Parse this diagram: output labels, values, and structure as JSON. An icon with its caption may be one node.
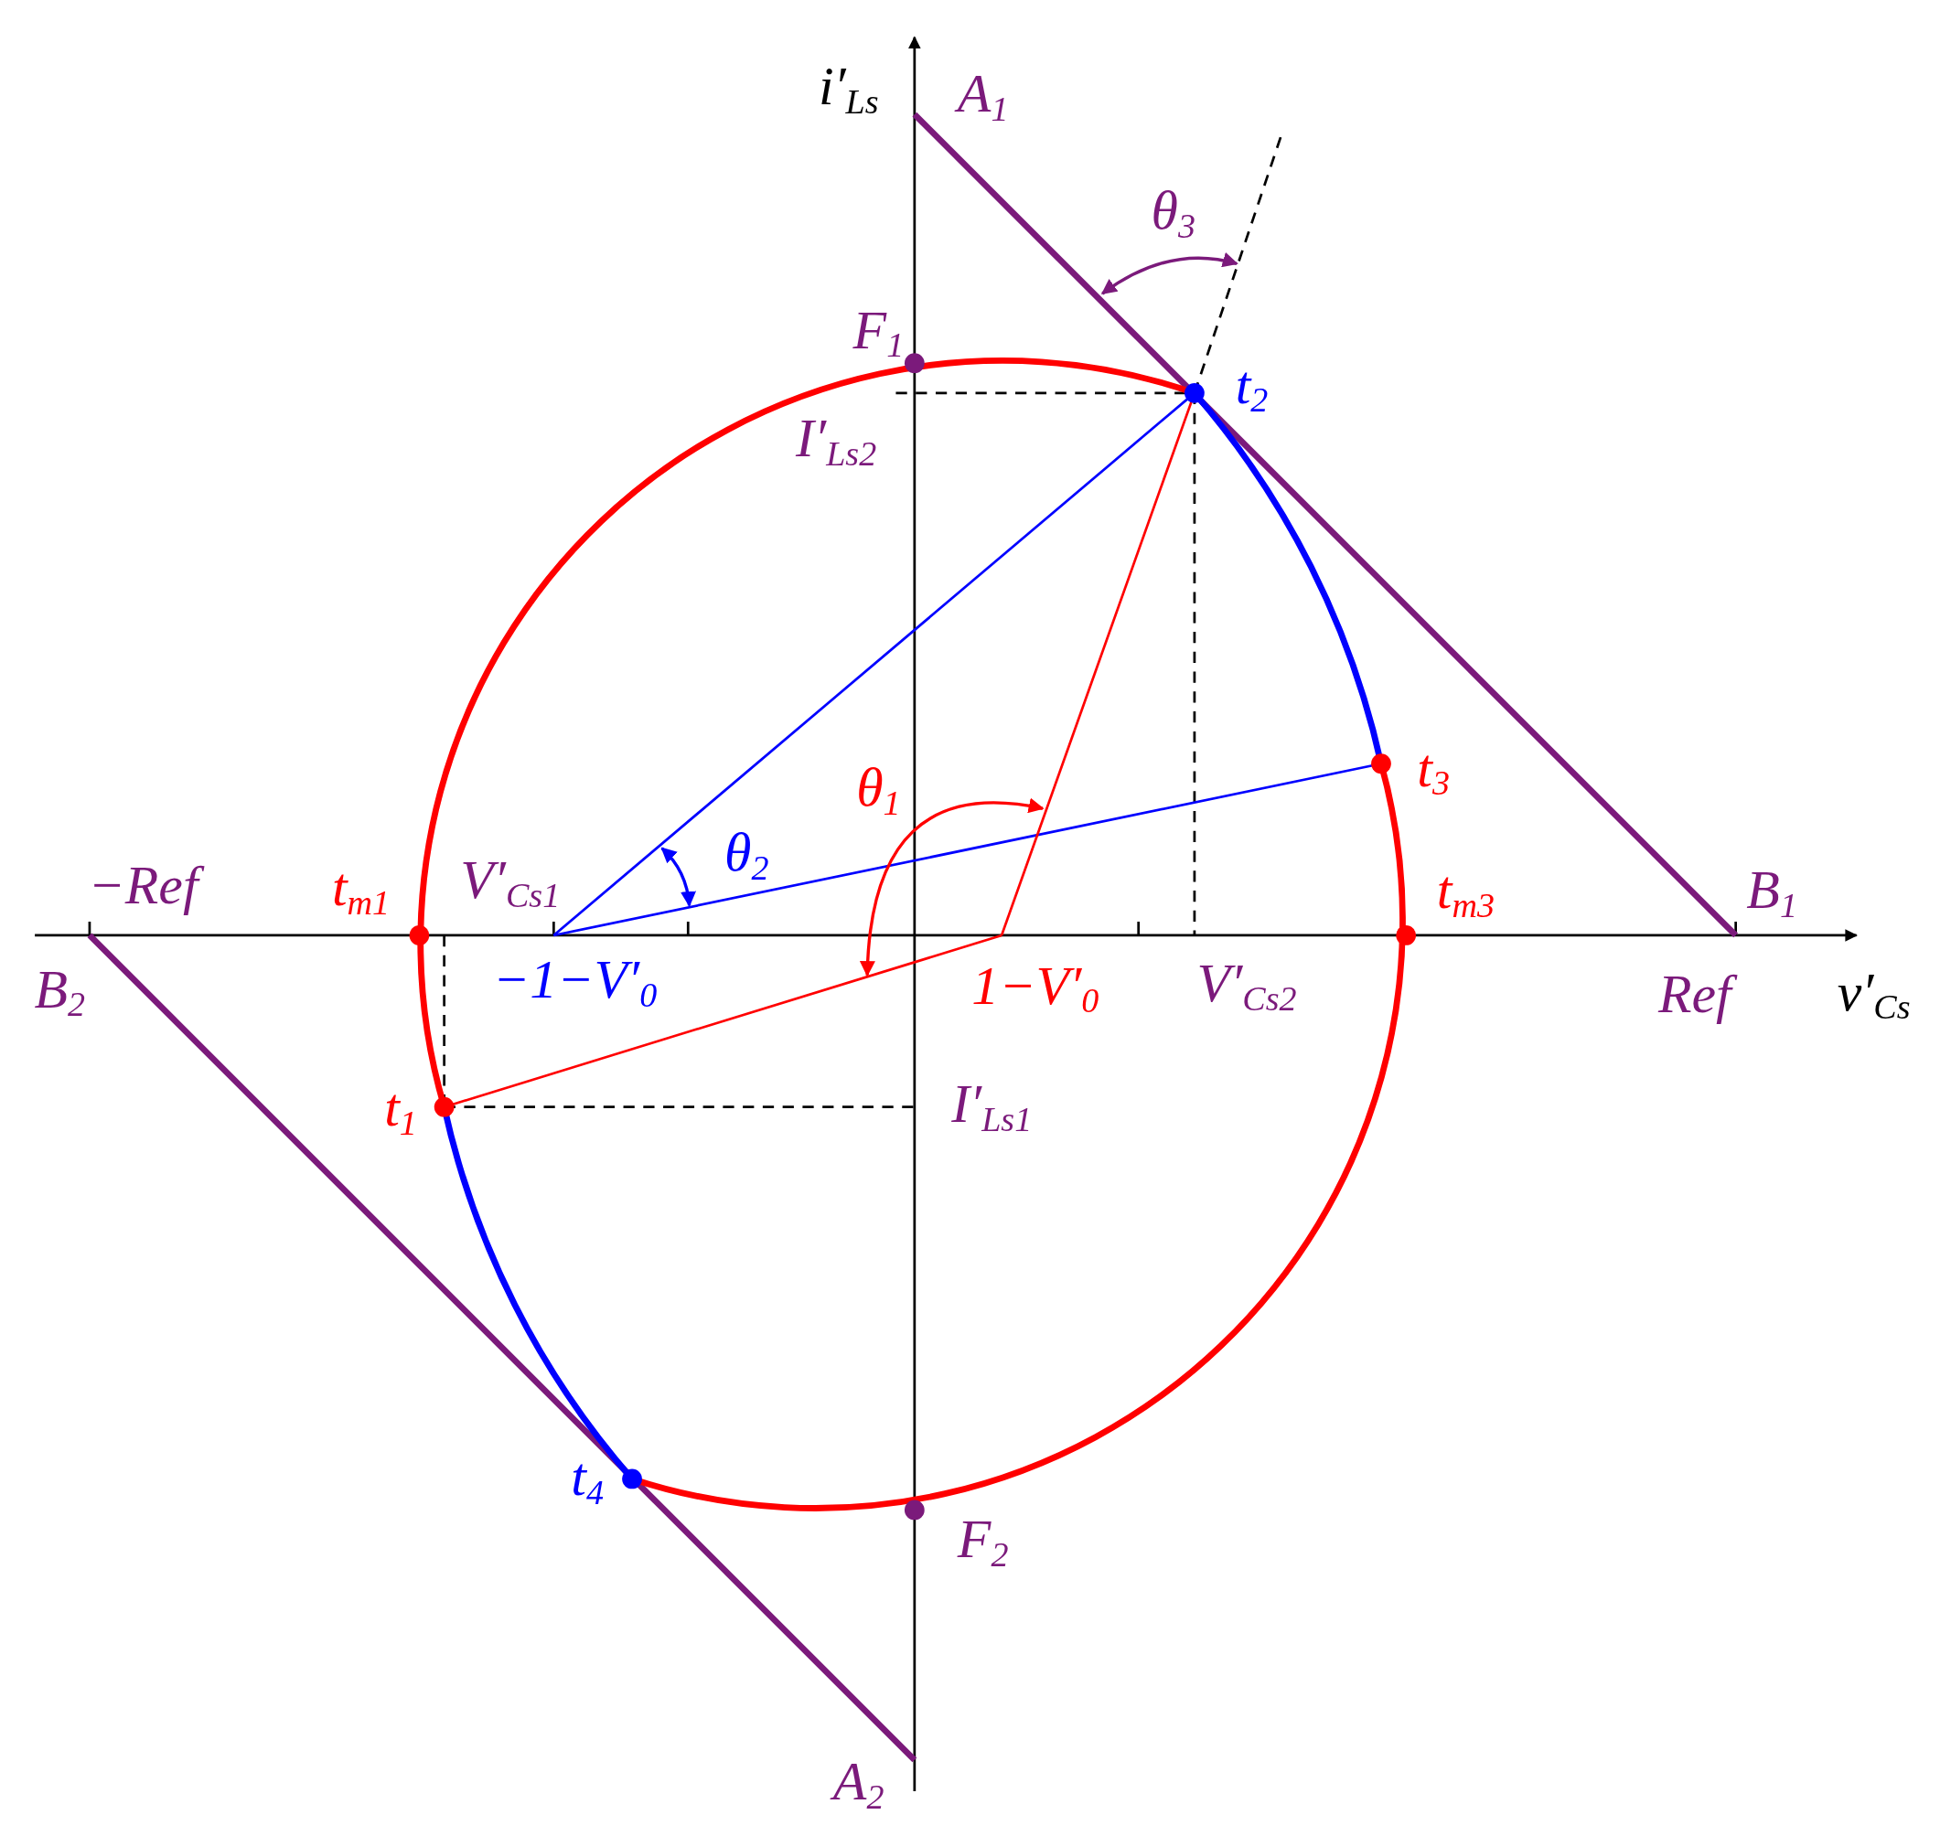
{
  "diagram": {
    "labels": [
      "i′$_{Ls}$",
      "A$_{1}$",
      "θ$_{3}$",
      "F$_{1}$",
      "t$_{2}$",
      "I′$_{Ls2}$",
      "θ$_{1}$",
      "t$_{3}$",
      "θ$_{2}$",
      "−Ref",
      "t$_{m1}$",
      "V′$_{Cs1}$",
      "t$_{m3}$",
      "B$_{1}$",
      "B$_{2}$",
      "−1−V′$_{0}$",
      "1−V′$_{0}$",
      "V′$_{Cs2}$",
      "Ref",
      "v′$_{Cs}$",
      "t$_{1}$",
      "I′$_{Ls1}$",
      "t$_{4}$",
      "F$_{2}$",
      "A$_{2}$"
    ]
  }
}
